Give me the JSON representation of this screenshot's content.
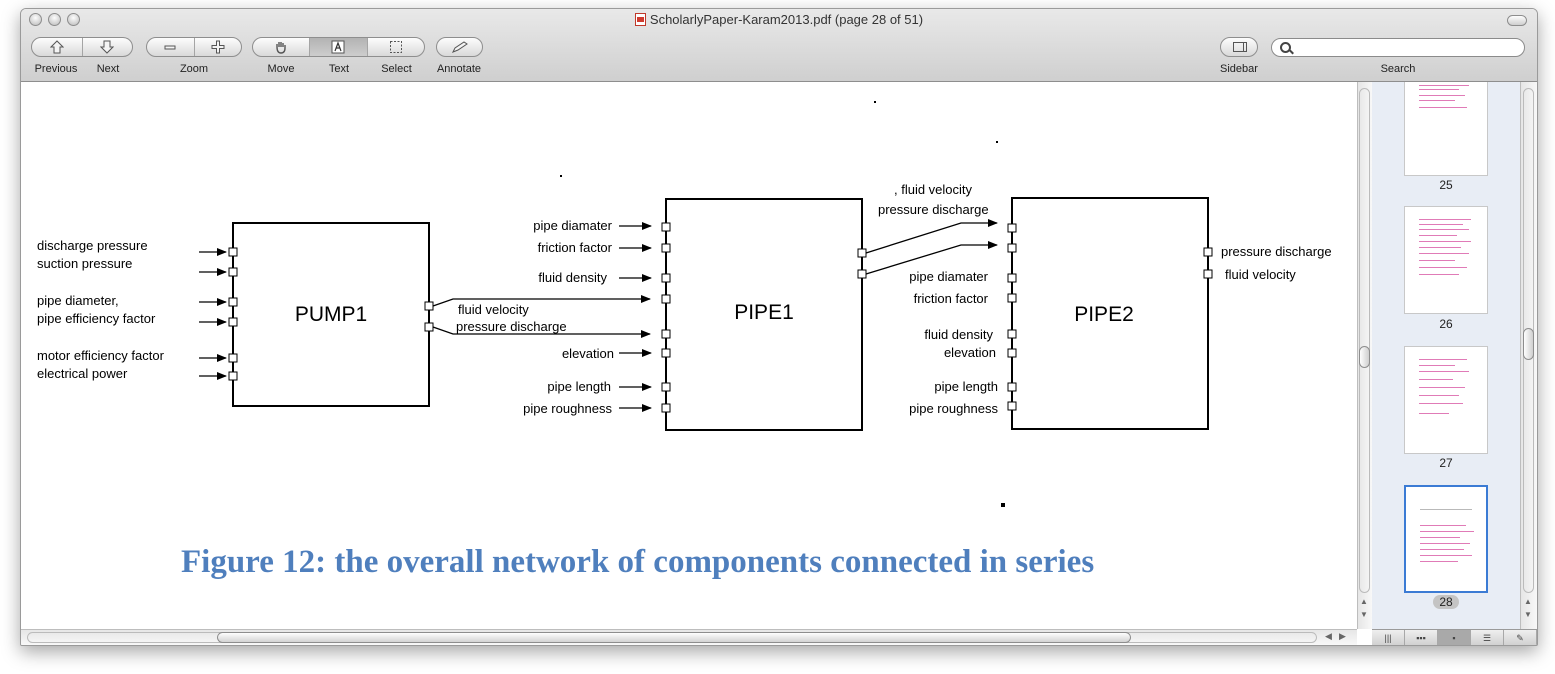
{
  "window": {
    "title": "ScholarlyPaper-Karam2013.pdf (page 28 of 51)"
  },
  "toolbar": {
    "previous_label": "Previous",
    "next_label": "Next",
    "zoom_label": "Zoom",
    "move_label": "Move",
    "text_label": "Text",
    "select_label": "Select",
    "annotate_label": "Annotate",
    "sidebar_label": "Sidebar",
    "search_label": "Search",
    "search_value": ""
  },
  "diagram": {
    "pump1": {
      "title": "PUMP1",
      "inputs": [
        "discharge pressure",
        "suction pressure",
        "pipe diameter,",
        "pipe efficiency factor",
        "motor efficiency factor",
        "electrical power"
      ]
    },
    "pipe1": {
      "title": "PIPE1",
      "inputs": [
        "pipe diamater",
        "friction factor",
        "fluid density",
        "elevation",
        "pipe length",
        "pipe roughness"
      ]
    },
    "pipe2": {
      "title": "PIPE2",
      "inputs": [
        "pipe diamater",
        "friction factor",
        "fluid density",
        "elevation",
        "pipe length",
        "pipe roughness"
      ],
      "outputs": [
        "pressure discharge",
        "fluid velocity"
      ]
    },
    "link_pump_pipe1": [
      "fluid velocity",
      "pressure discharge"
    ],
    "link_pipe1_pipe2": [
      ", fluid velocity",
      "pressure discharge"
    ],
    "caption": "Figure 12: the overall network of components connected in series"
  },
  "thumbnails": {
    "pages": [
      "25",
      "26",
      "27",
      "28"
    ],
    "selected": "28"
  },
  "colors": {
    "caption": "#4f7fbd",
    "thumbnail_selection": "#3b7bd4",
    "thumbnail_text": "#e07bb7"
  }
}
